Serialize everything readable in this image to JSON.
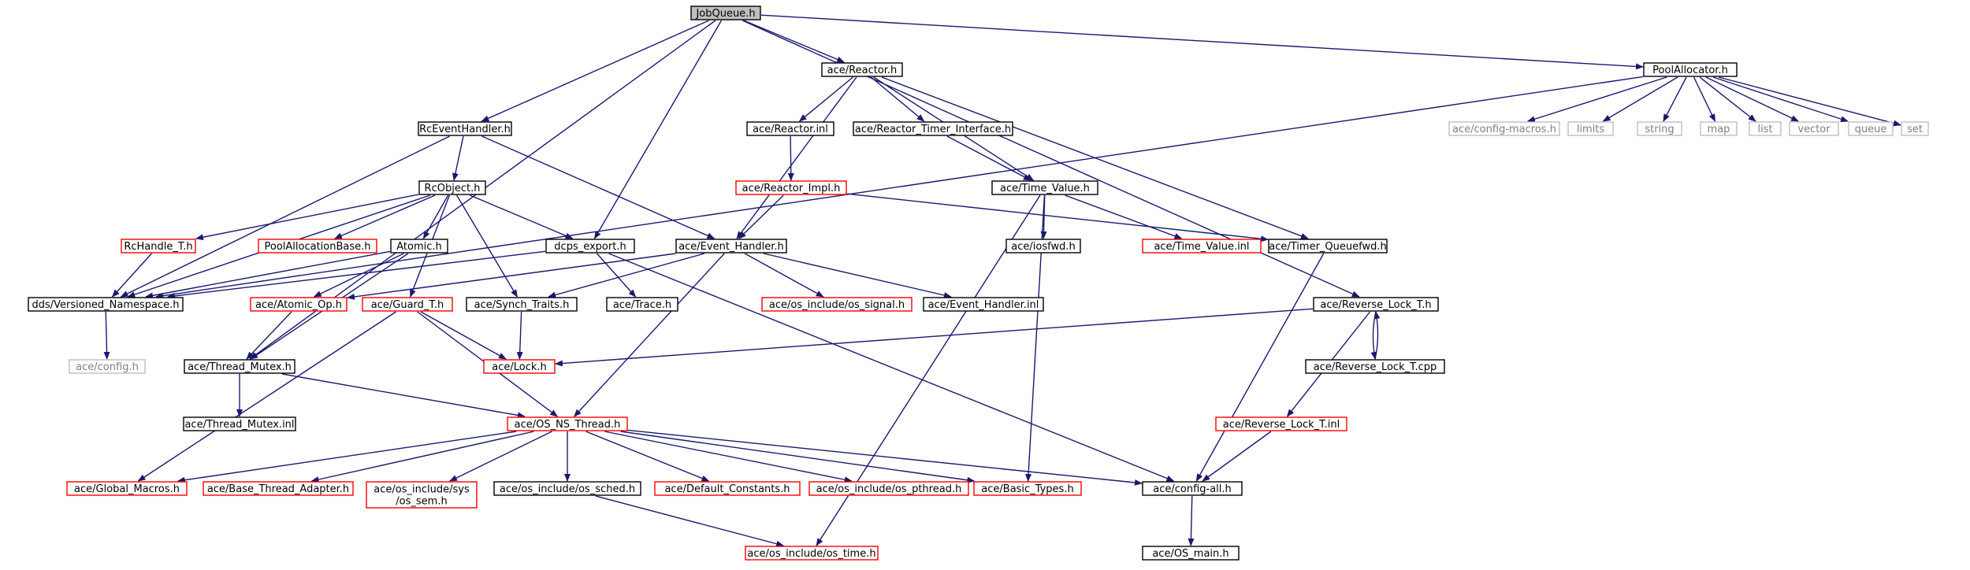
{
  "graph_title": "JobQueue.h",
  "legend_colors": {
    "edge": "#191970",
    "root_fill": "#bfbfbf",
    "truncated_border": "#ff0000",
    "external_border": "#bfbfbf"
  },
  "nodes": [
    {
      "id": "jobqueue",
      "lines": [
        "JobQueue.h"
      ],
      "kind": "root"
    },
    {
      "id": "reactor",
      "lines": [
        "ace/Reactor.h"
      ],
      "kind": "normal"
    },
    {
      "id": "poolalloc",
      "lines": [
        "PoolAllocator.h"
      ],
      "kind": "normal"
    },
    {
      "id": "rceventhandler",
      "lines": [
        "RcEventHandler.h"
      ],
      "kind": "normal"
    },
    {
      "id": "reactor_inl",
      "lines": [
        "ace/Reactor.inl"
      ],
      "kind": "normal"
    },
    {
      "id": "reactor_timer",
      "lines": [
        "ace/Reactor_Timer_Interface.h"
      ],
      "kind": "normal"
    },
    {
      "id": "config_macros",
      "lines": [
        "ace/config-macros.h"
      ],
      "kind": "external"
    },
    {
      "id": "limits",
      "lines": [
        "limits"
      ],
      "kind": "external"
    },
    {
      "id": "string",
      "lines": [
        "string"
      ],
      "kind": "external"
    },
    {
      "id": "map",
      "lines": [
        "map"
      ],
      "kind": "external"
    },
    {
      "id": "list",
      "lines": [
        "list"
      ],
      "kind": "external"
    },
    {
      "id": "vector",
      "lines": [
        "vector"
      ],
      "kind": "external"
    },
    {
      "id": "queue",
      "lines": [
        "queue"
      ],
      "kind": "external"
    },
    {
      "id": "set",
      "lines": [
        "set"
      ],
      "kind": "external"
    },
    {
      "id": "reactor_impl",
      "lines": [
        "ace/Reactor_Impl.h"
      ],
      "kind": "truncated"
    },
    {
      "id": "rcobject",
      "lines": [
        "RcObject.h"
      ],
      "kind": "normal"
    },
    {
      "id": "time_value",
      "lines": [
        "ace/Time_Value.h"
      ],
      "kind": "normal"
    },
    {
      "id": "rchandle",
      "lines": [
        "RcHandle_T.h"
      ],
      "kind": "truncated"
    },
    {
      "id": "poolallocbase",
      "lines": [
        "PoolAllocationBase.h"
      ],
      "kind": "truncated"
    },
    {
      "id": "atomic",
      "lines": [
        "Atomic.h"
      ],
      "kind": "normal"
    },
    {
      "id": "dcps_export",
      "lines": [
        "dcps_export.h"
      ],
      "kind": "normal"
    },
    {
      "id": "event_handler",
      "lines": [
        "ace/Event_Handler.h"
      ],
      "kind": "normal"
    },
    {
      "id": "iosfwd",
      "lines": [
        "ace/iosfwd.h"
      ],
      "kind": "normal"
    },
    {
      "id": "time_value_inl",
      "lines": [
        "ace/Time_Value.inl"
      ],
      "kind": "truncated"
    },
    {
      "id": "timer_queuefwd",
      "lines": [
        "ace/Timer_Queuefwd.h"
      ],
      "kind": "normal"
    },
    {
      "id": "versioned_ns",
      "lines": [
        "dds/Versioned_Namespace.h"
      ],
      "kind": "normal"
    },
    {
      "id": "atomic_op",
      "lines": [
        "ace/Atomic_Op.h"
      ],
      "kind": "truncated"
    },
    {
      "id": "guard_t",
      "lines": [
        "ace/Guard_T.h"
      ],
      "kind": "truncated"
    },
    {
      "id": "synch_traits",
      "lines": [
        "ace/Synch_Traits.h"
      ],
      "kind": "normal"
    },
    {
      "id": "trace",
      "lines": [
        "ace/Trace.h"
      ],
      "kind": "normal"
    },
    {
      "id": "os_signal",
      "lines": [
        "ace/os_include/os_signal.h"
      ],
      "kind": "truncated"
    },
    {
      "id": "event_handler_inl",
      "lines": [
        "ace/Event_Handler.inl"
      ],
      "kind": "normal"
    },
    {
      "id": "reverse_lock",
      "lines": [
        "ace/Reverse_Lock_T.h"
      ],
      "kind": "normal"
    },
    {
      "id": "config_h",
      "lines": [
        "ace/config.h"
      ],
      "kind": "external"
    },
    {
      "id": "thread_mutex",
      "lines": [
        "ace/Thread_Mutex.h"
      ],
      "kind": "normal"
    },
    {
      "id": "lock",
      "lines": [
        "ace/Lock.h"
      ],
      "kind": "truncated"
    },
    {
      "id": "reverse_lock_cpp",
      "lines": [
        "ace/Reverse_Lock_T.cpp"
      ],
      "kind": "normal"
    },
    {
      "id": "thread_mutex_inl",
      "lines": [
        "ace/Thread_Mutex.inl"
      ],
      "kind": "normal"
    },
    {
      "id": "os_ns_thread",
      "lines": [
        "ace/OS_NS_Thread.h"
      ],
      "kind": "truncated"
    },
    {
      "id": "reverse_lock_inl",
      "lines": [
        "ace/Reverse_Lock_T.inl"
      ],
      "kind": "truncated"
    },
    {
      "id": "global_macros",
      "lines": [
        "ace/Global_Macros.h"
      ],
      "kind": "truncated"
    },
    {
      "id": "base_thread_adapter",
      "lines": [
        "ace/Base_Thread_Adapter.h"
      ],
      "kind": "truncated"
    },
    {
      "id": "os_sem",
      "lines": [
        "ace/os_include/sys",
        "/os_sem.h"
      ],
      "kind": "truncated"
    },
    {
      "id": "os_sched",
      "lines": [
        "ace/os_include/os_sched.h"
      ],
      "kind": "normal"
    },
    {
      "id": "default_constants",
      "lines": [
        "ace/Default_Constants.h"
      ],
      "kind": "truncated"
    },
    {
      "id": "os_pthread",
      "lines": [
        "ace/os_include/os_pthread.h"
      ],
      "kind": "truncated"
    },
    {
      "id": "basic_types",
      "lines": [
        "ace/Basic_Types.h"
      ],
      "kind": "truncated"
    },
    {
      "id": "config_all",
      "lines": [
        "ace/config-all.h"
      ],
      "kind": "normal"
    },
    {
      "id": "os_time",
      "lines": [
        "ace/os_include/os_time.h"
      ],
      "kind": "truncated"
    },
    {
      "id": "os_main",
      "lines": [
        "ace/OS_main.h"
      ],
      "kind": "normal"
    }
  ],
  "edges": [
    [
      "jobqueue",
      "reactor"
    ],
    [
      "jobqueue",
      "poolalloc"
    ],
    [
      "jobqueue",
      "rceventhandler"
    ],
    [
      "jobqueue",
      "dcps_export"
    ],
    [
      "jobqueue",
      "thread_mutex"
    ],
    [
      "jobqueue",
      "reverse_lock"
    ],
    [
      "reactor",
      "reactor_inl"
    ],
    [
      "reactor",
      "reactor_timer"
    ],
    [
      "reactor",
      "time_value"
    ],
    [
      "reactor",
      "event_handler"
    ],
    [
      "reactor",
      "timer_queuefwd"
    ],
    [
      "reactor_inl",
      "reactor_impl"
    ],
    [
      "reactor_timer",
      "time_value"
    ],
    [
      "reactor_impl",
      "event_handler"
    ],
    [
      "reactor_impl",
      "timer_queuefwd"
    ],
    [
      "poolalloc",
      "config_macros"
    ],
    [
      "poolalloc",
      "limits"
    ],
    [
      "poolalloc",
      "string"
    ],
    [
      "poolalloc",
      "map"
    ],
    [
      "poolalloc",
      "list"
    ],
    [
      "poolalloc",
      "vector"
    ],
    [
      "poolalloc",
      "queue"
    ],
    [
      "poolalloc",
      "set"
    ],
    [
      "poolalloc",
      "versioned_ns"
    ],
    [
      "rceventhandler",
      "rcobject"
    ],
    [
      "rceventhandler",
      "versioned_ns"
    ],
    [
      "rceventhandler",
      "event_handler"
    ],
    [
      "rcobject",
      "rchandle"
    ],
    [
      "rcobject",
      "poolallocbase"
    ],
    [
      "rcobject",
      "atomic"
    ],
    [
      "rcobject",
      "dcps_export"
    ],
    [
      "rcobject",
      "versioned_ns"
    ],
    [
      "rcobject",
      "guard_t"
    ],
    [
      "rcobject",
      "synch_traits"
    ],
    [
      "rchandle",
      "versioned_ns"
    ],
    [
      "atomic",
      "versioned_ns"
    ],
    [
      "atomic",
      "atomic_op"
    ],
    [
      "atomic",
      "thread_mutex"
    ],
    [
      "dcps_export",
      "versioned_ns"
    ],
    [
      "dcps_export",
      "trace"
    ],
    [
      "dcps_export",
      "config_all"
    ],
    [
      "event_handler",
      "atomic_op"
    ],
    [
      "event_handler",
      "synch_traits"
    ],
    [
      "event_handler",
      "os_signal"
    ],
    [
      "event_handler",
      "event_handler_inl"
    ],
    [
      "event_handler",
      "os_ns_thread"
    ],
    [
      "time_value",
      "iosfwd"
    ],
    [
      "time_value",
      "time_value_inl"
    ],
    [
      "time_value",
      "basic_types"
    ],
    [
      "time_value",
      "os_time"
    ],
    [
      "timer_queuefwd",
      "config_all"
    ],
    [
      "versioned_ns",
      "config_h"
    ],
    [
      "atomic_op",
      "thread_mutex"
    ],
    [
      "guard_t",
      "lock"
    ],
    [
      "guard_t",
      "os_ns_thread"
    ],
    [
      "guard_t",
      "global_macros"
    ],
    [
      "synch_traits",
      "lock"
    ],
    [
      "reverse_lock",
      "lock"
    ],
    [
      "reverse_lock",
      "reverse_lock_cpp"
    ],
    [
      "reverse_lock",
      "reverse_lock_inl"
    ],
    [
      "reverse_lock_cpp",
      "reverse_lock"
    ],
    [
      "reverse_lock_inl",
      "config_all"
    ],
    [
      "thread_mutex",
      "thread_mutex_inl"
    ],
    [
      "thread_mutex",
      "os_ns_thread"
    ],
    [
      "os_ns_thread",
      "global_macros"
    ],
    [
      "os_ns_thread",
      "base_thread_adapter"
    ],
    [
      "os_ns_thread",
      "os_sem"
    ],
    [
      "os_ns_thread",
      "os_sched"
    ],
    [
      "os_ns_thread",
      "default_constants"
    ],
    [
      "os_ns_thread",
      "os_pthread"
    ],
    [
      "os_ns_thread",
      "basic_types"
    ],
    [
      "os_ns_thread",
      "config_all"
    ],
    [
      "os_sched",
      "os_time"
    ],
    [
      "config_all",
      "os_main"
    ]
  ]
}
